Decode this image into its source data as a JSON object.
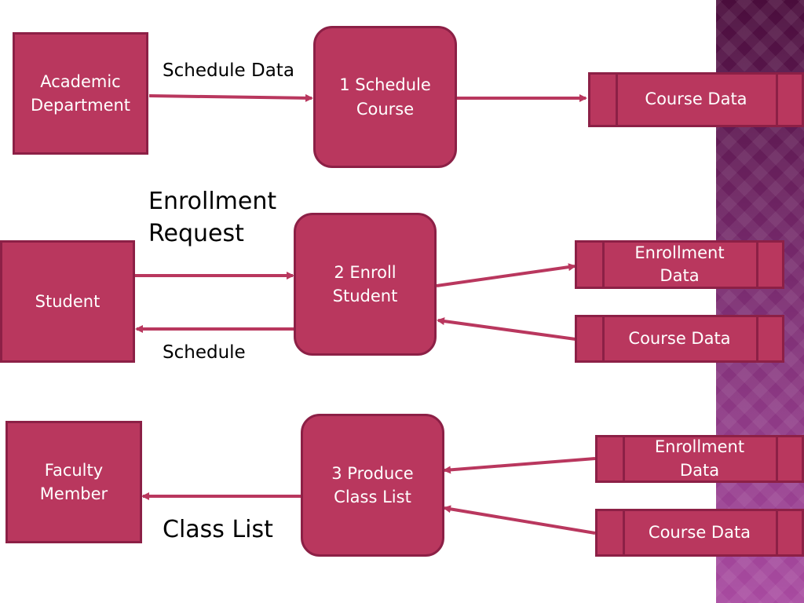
{
  "entities": {
    "academic_department": "Academic\nDepartment",
    "student": "Student",
    "faculty_member": "Faculty\nMember"
  },
  "processes": {
    "p1": "1 Schedule\nCourse",
    "p2": "2 Enroll\nStudent",
    "p3": "3 Produce\nClass List"
  },
  "data_stores": {
    "course_data_1": "Course Data",
    "enrollment_data_2": "Enrollment\nData",
    "course_data_2": "Course Data",
    "enrollment_data_3": "Enrollment\nData",
    "course_data_3": "Course Data"
  },
  "flow_labels": {
    "schedule_data": "Schedule Data",
    "enrollment_request": "Enrollment\nRequest",
    "schedule": "Schedule",
    "class_list": "Class List"
  },
  "colors": {
    "box_fill": "#b9375e",
    "box_border": "#8c2046",
    "arrow": "#b9375e",
    "side_band": "#6e2463"
  }
}
